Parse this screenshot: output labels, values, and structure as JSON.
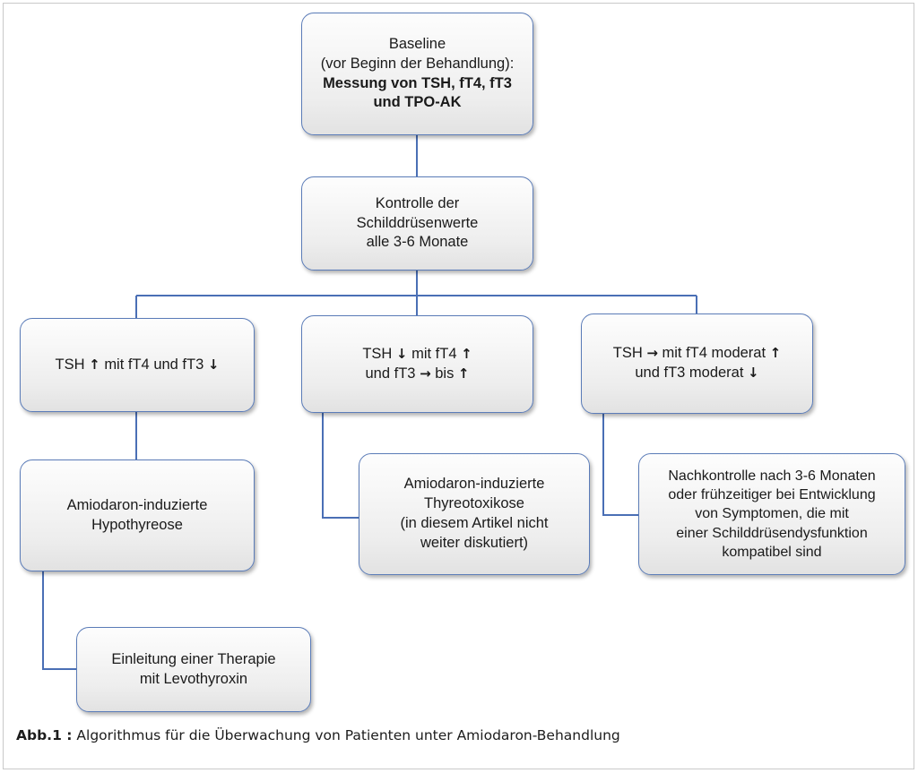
{
  "figure": {
    "caption_label": "Abb.1 :",
    "caption_text": "Algorithmus für die Überwachung von Patienten unter Amiodaron-Behandlung"
  },
  "colors": {
    "node_border": "#5b7cb8",
    "connector": "#4a6fb5",
    "node_fill_top": "#fdfdfd",
    "node_fill_bottom": "#e2e2e2",
    "frame_border": "#c9c9c9",
    "text": "#1a1a1a"
  },
  "chart_data": {
    "type": "diagram",
    "title": "Algorithmus für die Überwachung von Patienten unter Amiodaron-Behandlung",
    "nodes": [
      {
        "id": "baseline",
        "lines": [
          "Baseline",
          "(vor Beginn der Behandlung):",
          "Messung von TSH, fT4, fT3",
          "und TPO-AK"
        ],
        "bold_lines": [
          2,
          3
        ]
      },
      {
        "id": "kontrolle",
        "lines": [
          "Kontrolle der",
          "Schilddrüsenwerte",
          "alle 3-6 Monate"
        ],
        "bold_lines": []
      },
      {
        "id": "branch_left",
        "lines": [
          "TSH ↑ mit fT4 und fT3 ↓"
        ],
        "bold_lines": []
      },
      {
        "id": "branch_mid",
        "lines": [
          "TSH ↓ mit fT4 ↑",
          "und fT3 → bis ↑"
        ],
        "bold_lines": []
      },
      {
        "id": "branch_right",
        "lines": [
          "TSH → mit fT4 moderat ↑",
          "und fT3 moderat ↓"
        ],
        "bold_lines": []
      },
      {
        "id": "hypothyreose",
        "lines": [
          "Amiodaron-induzierte",
          "Hypothyreose"
        ],
        "bold_lines": []
      },
      {
        "id": "thyreotoxikose",
        "lines": [
          "Amiodaron-induzierte",
          "Thyreotoxikose",
          "(in diesem Artikel nicht",
          "weiter diskutiert)"
        ],
        "bold_lines": []
      },
      {
        "id": "nachkontrolle",
        "lines": [
          "Nachkontrolle nach 3-6 Monaten",
          "oder frühzeitiger bei Entwicklung",
          "von Symptomen, die mit",
          "einer Schilddrüsendysfunktion",
          "kompatibel sind"
        ],
        "bold_lines": []
      },
      {
        "id": "levothyroxin",
        "lines": [
          "Einleitung einer Therapie",
          "mit Levothyroxin"
        ],
        "bold_lines": []
      }
    ],
    "edges": [
      {
        "from": "baseline",
        "to": "kontrolle"
      },
      {
        "from": "kontrolle",
        "to": "branch_left"
      },
      {
        "from": "kontrolle",
        "to": "branch_mid"
      },
      {
        "from": "kontrolle",
        "to": "branch_right"
      },
      {
        "from": "branch_left",
        "to": "hypothyreose"
      },
      {
        "from": "branch_mid",
        "to": "thyreotoxikose"
      },
      {
        "from": "branch_right",
        "to": "nachkontrolle"
      },
      {
        "from": "hypothyreose",
        "to": "levothyroxin"
      }
    ]
  },
  "nodes": {
    "baseline": {
      "l1": "Baseline",
      "l2": "(vor Beginn der Behandlung):",
      "l3": "Messung von TSH, fT4, fT3",
      "l4": "und TPO-AK"
    },
    "kontrolle": {
      "l1": "Kontrolle der",
      "l2": "Schilddrüsenwerte",
      "l3": "alle 3-6 Monate"
    },
    "branch_left": {
      "l1_a": "TSH",
      "l1_arrow1": "↑",
      "l1_b": "mit fT4 und fT3",
      "l1_arrow2": "↓"
    },
    "branch_mid": {
      "l1_a": "TSH",
      "l1_arrow1": "↓",
      "l1_b": "mit fT4",
      "l1_arrow2": "↑",
      "l2_a": "und fT3",
      "l2_arrow1": "→",
      "l2_b": "bis",
      "l2_arrow2": "↑"
    },
    "branch_right": {
      "l1_a": "TSH",
      "l1_arrow1": "→",
      "l1_b": "mit fT4 moderat",
      "l1_arrow2": "↑",
      "l2_a": "und fT3 moderat",
      "l2_arrow1": "↓"
    },
    "hypothyreose": {
      "l1": "Amiodaron-induzierte",
      "l2": "Hypothyreose"
    },
    "thyreotoxikose": {
      "l1": "Amiodaron-induzierte",
      "l2": "Thyreotoxikose",
      "l3": "(in diesem Artikel nicht",
      "l4": "weiter diskutiert)"
    },
    "nachkontrolle": {
      "l1": "Nachkontrolle nach 3-6 Monaten",
      "l2": "oder frühzeitiger bei Entwicklung",
      "l3": "von Symptomen, die mit",
      "l4": "einer Schilddrüsendysfunktion",
      "l5": "kompatibel sind"
    },
    "levothyroxin": {
      "l1": "Einleitung einer Therapie",
      "l2": "mit Levothyroxin"
    }
  }
}
